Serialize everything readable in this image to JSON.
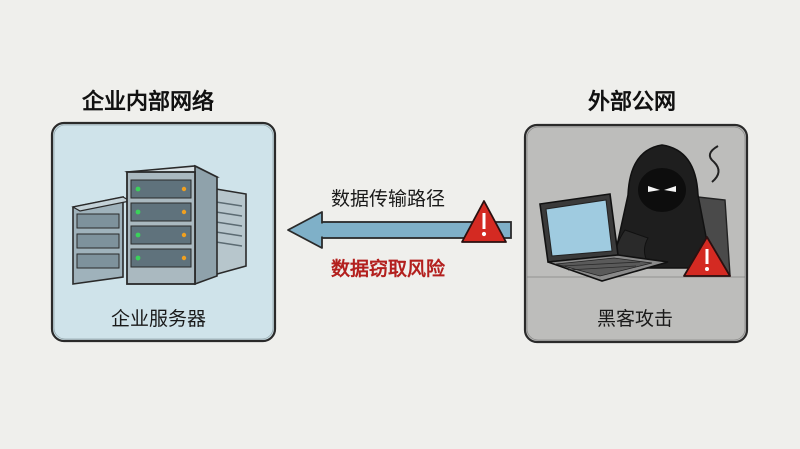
{
  "left_panel": {
    "title": "企业内部网络",
    "caption": "企业服务器",
    "background": "#cfe3ea"
  },
  "right_panel": {
    "title": "外部公网",
    "caption": "黑客攻击",
    "background": "#bdbdbb"
  },
  "arrow": {
    "top_label": "数据传输路径",
    "bottom_label": "数据窃取风险",
    "color": "#7fb0c8",
    "risk_color": "#b3201e"
  },
  "warning_color": "#d42a22"
}
